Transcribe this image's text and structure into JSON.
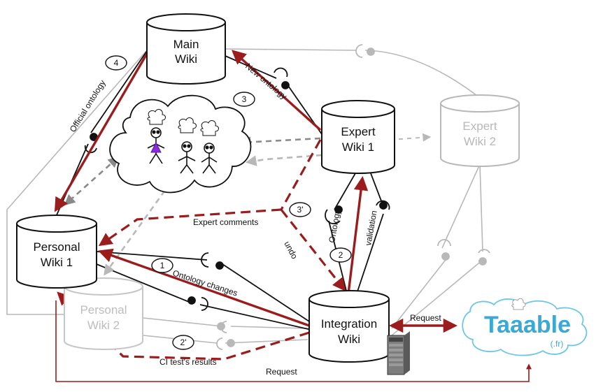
{
  "nodes": {
    "main_wiki": {
      "line1": "Main",
      "line2": "Wiki"
    },
    "expert_wiki_1": {
      "line1": "Expert",
      "line2": "Wiki 1"
    },
    "expert_wiki_2": {
      "line1": "Expert",
      "line2": "Wiki 2"
    },
    "personal_wiki_1": {
      "line1": "Personal",
      "line2": "Wiki 1"
    },
    "personal_wiki_2": {
      "line1": "Personal",
      "line2": "Wiki 2"
    },
    "integration_wiki": {
      "line1": "Integration",
      "line2": "Wiki"
    }
  },
  "labels": {
    "official_ontology": "Official ontology",
    "new_ontology": "New ontology",
    "expert_comments": "Expert comments",
    "undo": "undo",
    "ontology_validation_1": "Ontology",
    "ontology_validation_2": "validation",
    "ontology_changes": "Ontology changes",
    "ci_results": "CI test's results",
    "request_right": "Request",
    "request_bottom": "Request"
  },
  "steps": {
    "s4": "4",
    "s3": "3",
    "s3p": "3'",
    "s2": "2",
    "s1": "1",
    "s2p": "2'"
  },
  "taaable": {
    "name": "Taaable",
    "suffix": "(.fr)"
  },
  "colors": {
    "main_flow": "#9b1c1c",
    "black": "#111111",
    "faded": "#b8b8b8",
    "dashed_grey": "#8a8a8a",
    "taaable_text": "#3aa9d6",
    "person_accent": "#8a2be2"
  }
}
